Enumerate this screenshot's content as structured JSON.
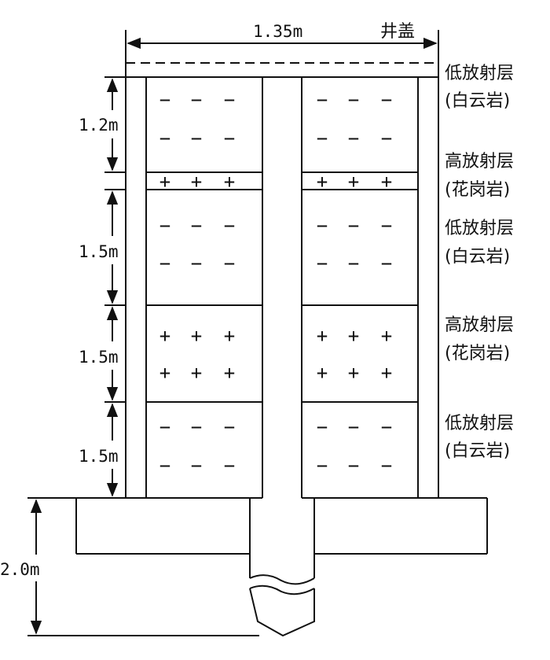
{
  "dimensions": {
    "width_top": "1.35m",
    "layer1": "1.2m",
    "layer3": "1.5m",
    "layer4": "1.5m",
    "layer5": "1.5m",
    "base": "2.0m"
  },
  "well_cover": "井盖",
  "layers": [
    {
      "name": "低放射层",
      "rock": "(白云岩)",
      "mark": "−"
    },
    {
      "name": "高放射层",
      "rock": "(花岗岩)",
      "mark": "+"
    },
    {
      "name": "低放射层",
      "rock": "(白云岩)",
      "mark": "−"
    },
    {
      "name": "高放射层",
      "rock": "(花岗岩)",
      "mark": "+"
    },
    {
      "name": "低放射层",
      "rock": "(白云岩)",
      "mark": "−"
    }
  ]
}
